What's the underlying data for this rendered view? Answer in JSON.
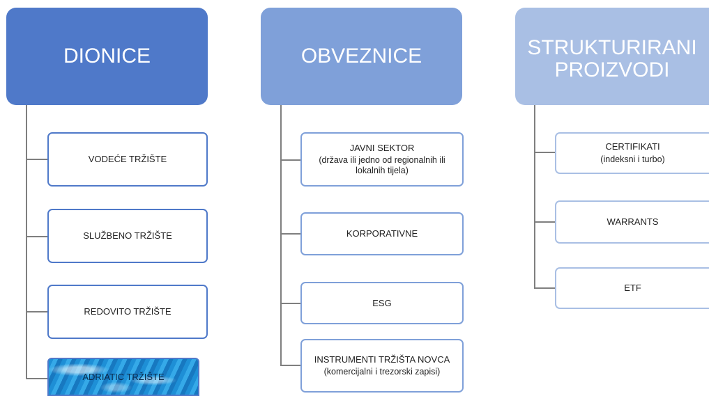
{
  "columns": [
    {
      "header": "DIONICE",
      "color": "#4f79c9",
      "items": [
        {
          "title": "VODEĆE TRŽIŠTE",
          "subtitle": ""
        },
        {
          "title": "SLUŽBENO TRŽIŠTE",
          "subtitle": ""
        },
        {
          "title": "REDOVITO TRŽIŠTE",
          "subtitle": ""
        },
        {
          "title": "ADRIATIC TRŽIŠTE",
          "subtitle": ""
        }
      ]
    },
    {
      "header": "OBVEZNICE",
      "color": "#7fa0d9",
      "items": [
        {
          "title": "JAVNI SEKTOR",
          "subtitle": "(država ili jedno od regionalnih ili lokalnih tijela)"
        },
        {
          "title": "KORPORATIVNE",
          "subtitle": ""
        },
        {
          "title": "ESG",
          "subtitle": ""
        },
        {
          "title": "INSTRUMENTI TRŽIŠTA NOVCA",
          "subtitle": "(komercijalni i trezorski zapisi)"
        }
      ]
    },
    {
      "header": "STRUKTURIRANI PROIZVODI",
      "color": "#a9bfe4",
      "items": [
        {
          "title": "CERTIFIKATI",
          "subtitle": "(indeksni i turbo)"
        },
        {
          "title": "WARRANTS",
          "subtitle": ""
        },
        {
          "title": "ETF",
          "subtitle": ""
        }
      ]
    }
  ]
}
